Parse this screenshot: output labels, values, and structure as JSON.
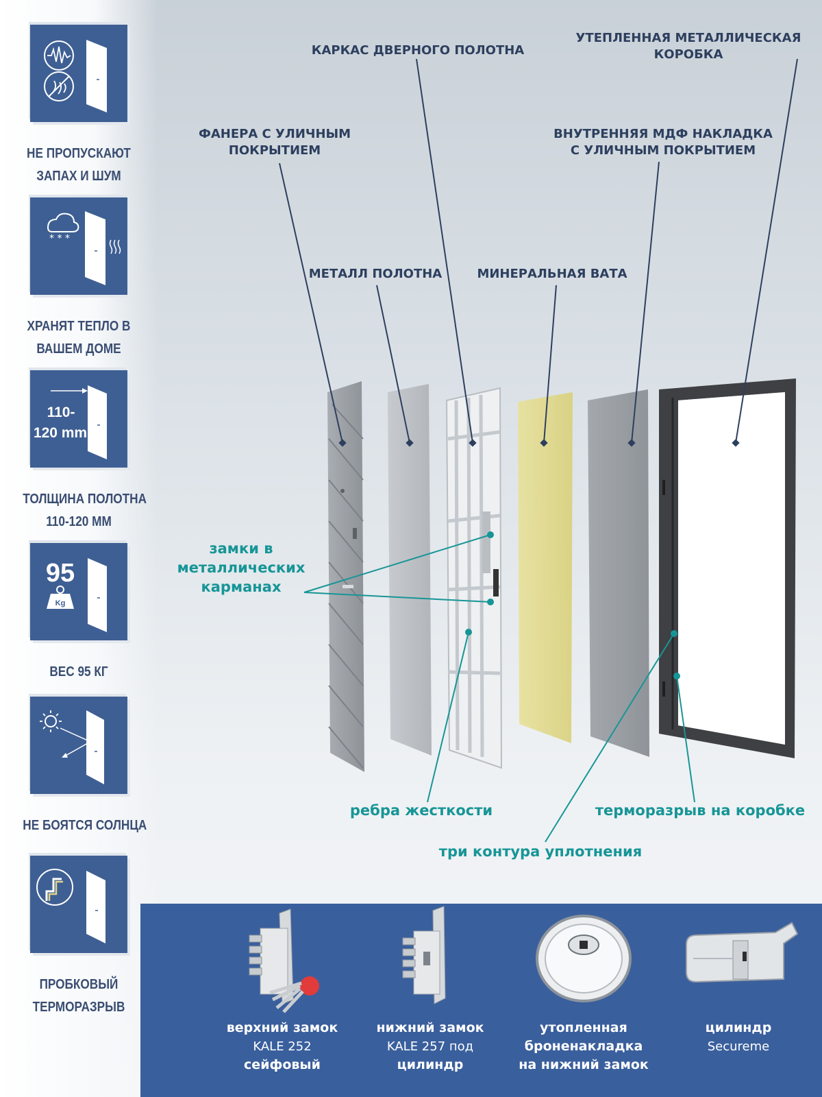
{
  "features": [
    {
      "icon": "odor-noise-icon",
      "label_lines": [
        "НЕ ПРОПУСКАЮТ",
        "ЗАПАХ И ШУМ"
      ]
    },
    {
      "icon": "snow-heat-icon",
      "label_lines": [
        "ХРАНЯТ ТЕПЛО В",
        "ВАШЕМ ДОМЕ"
      ]
    },
    {
      "icon": "thickness-icon",
      "icon_text": [
        "110-",
        "120 mm"
      ],
      "label_lines": [
        "ТОЛЩИНА ПОЛОТНА",
        "110-120 ММ"
      ]
    },
    {
      "icon": "weight-icon",
      "icon_text": [
        "95",
        "Kg"
      ],
      "label_lines": [
        "ВЕС 95 КГ"
      ]
    },
    {
      "icon": "sun-icon",
      "label_lines": [
        "НЕ БОЯТСЯ СОЛНЦА"
      ]
    },
    {
      "icon": "cork-thermal-break-icon",
      "label_lines": [
        "ПРОБКОВЫЙ",
        "ТЕРМОРАЗРЫВ"
      ]
    }
  ],
  "layers": {
    "plywood": [
      "ФАНЕРА С УЛИЧНЫМ",
      "ПОКРЫТИЕМ"
    ],
    "frame": [
      "КАРКАС ДВЕРНОГО ПОЛОТНА"
    ],
    "insulated_box": [
      "УТЕПЛЕННАЯ МЕТАЛЛИЧЕСКАЯ",
      "КОРОБКА"
    ],
    "inner_mdf": [
      "ВНУТРЕННЯЯ МДФ НАКЛАДКА",
      "С УЛИЧНЫМ ПОКРЫТИЕМ"
    ],
    "metal_sheet": [
      "МЕТАЛЛ ПОЛОТНА"
    ],
    "mineral_wool": [
      "МИНЕРАЛЬНАЯ ВАТА"
    ]
  },
  "callouts": {
    "locks": [
      "замки в",
      "металлических",
      "карманах"
    ],
    "ribs": "ребра жесткости",
    "box_break": "терморазрыв на коробке",
    "seals": "три контура уплотнения"
  },
  "products": [
    {
      "icon": "mortise-lock-keys-icon",
      "lines": [
        {
          "t": "верхний замок",
          "b": true
        },
        {
          "t": "KALE 252",
          "b": false
        },
        {
          "t": "сейфовый",
          "b": true
        }
      ]
    },
    {
      "icon": "mortise-lock-icon",
      "lines": [
        {
          "t": "нижний замок",
          "b": true
        },
        {
          "t": "KALE 257 под",
          "b": false,
          "b_tail": "под"
        },
        {
          "t": "цилиндр",
          "b": true
        }
      ]
    },
    {
      "icon": "armor-plate-icon",
      "lines": [
        {
          "t": "утопленная",
          "b": true
        },
        {
          "t": "броненакладка",
          "b": true
        },
        {
          "t": "на нижний замок",
          "b": true
        }
      ]
    },
    {
      "icon": "cylinder-icon",
      "lines": [
        {
          "t": "цилиндр",
          "b": true
        },
        {
          "t": "Secureme",
          "b": false
        }
      ]
    }
  ],
  "colors": {
    "navy": "#3e5f93",
    "teal": "#179596",
    "label": "#2d3f5e",
    "wool": "#e3dc8c"
  }
}
